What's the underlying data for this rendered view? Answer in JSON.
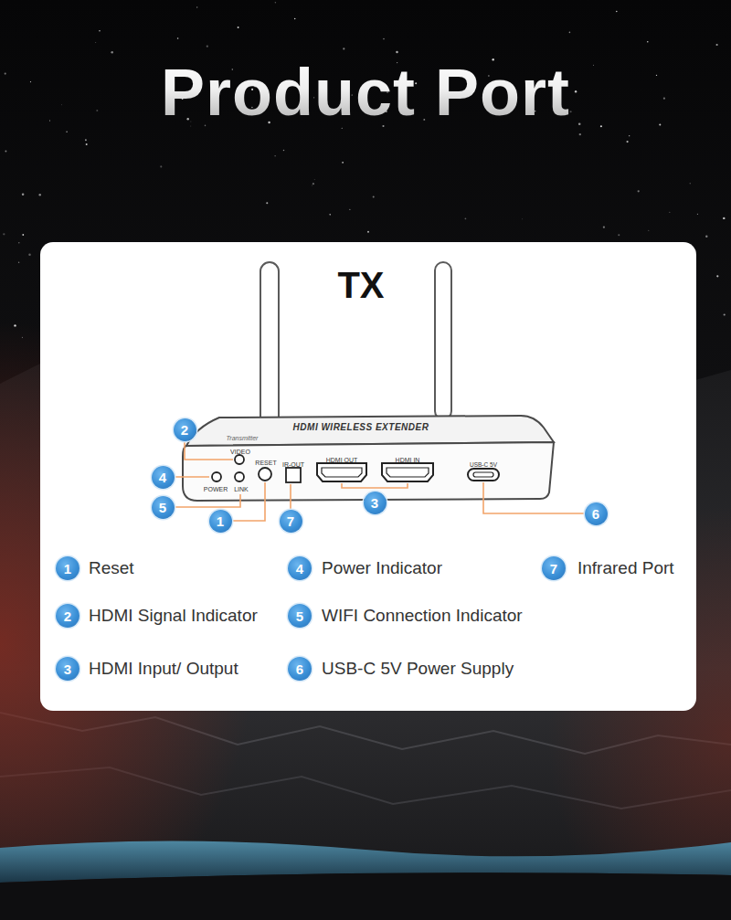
{
  "diagram": {
    "title": "Product Port",
    "nodes": [
      {
        "text": [
          "2"
        ]
      },
      {
        "text": [
          "4"
        ]
      },
      {
        "text": [
          "3"
        ]
      },
      {
        "text": [
          "5"
        ]
      },
      {
        "text": [
          "6"
        ]
      },
      {
        "text": [
          "1"
        ]
      },
      {
        "text": [
          "7"
        ]
      },
      {
        "text": [
          "1"
        ]
      },
      {
        "text": [
          "4"
        ]
      },
      {
        "text": [
          "7"
        ]
      },
      {
        "text": [
          "2"
        ]
      },
      {
        "text": [
          "5"
        ]
      },
      {
        "text": [
          "3"
        ]
      },
      {
        "text": [
          "6"
        ]
      }
    ],
    "labels": [
      "TX",
      "HDMI WIRELESS EXTENDER",
      "Transmitter",
      "VIDEO",
      "RESET",
      "IR-OUT",
      "HDMI OUT",
      "HDMI IN",
      "USB-C 5V",
      "POWER",
      "LINK",
      "Reset",
      "Power Indicator",
      "Infrared Port",
      "HDMI Signal Indicator",
      "WIFI Connection Indicator",
      "HDMI Input/ Output",
      "USB-C 5V Power Supply"
    ]
  }
}
